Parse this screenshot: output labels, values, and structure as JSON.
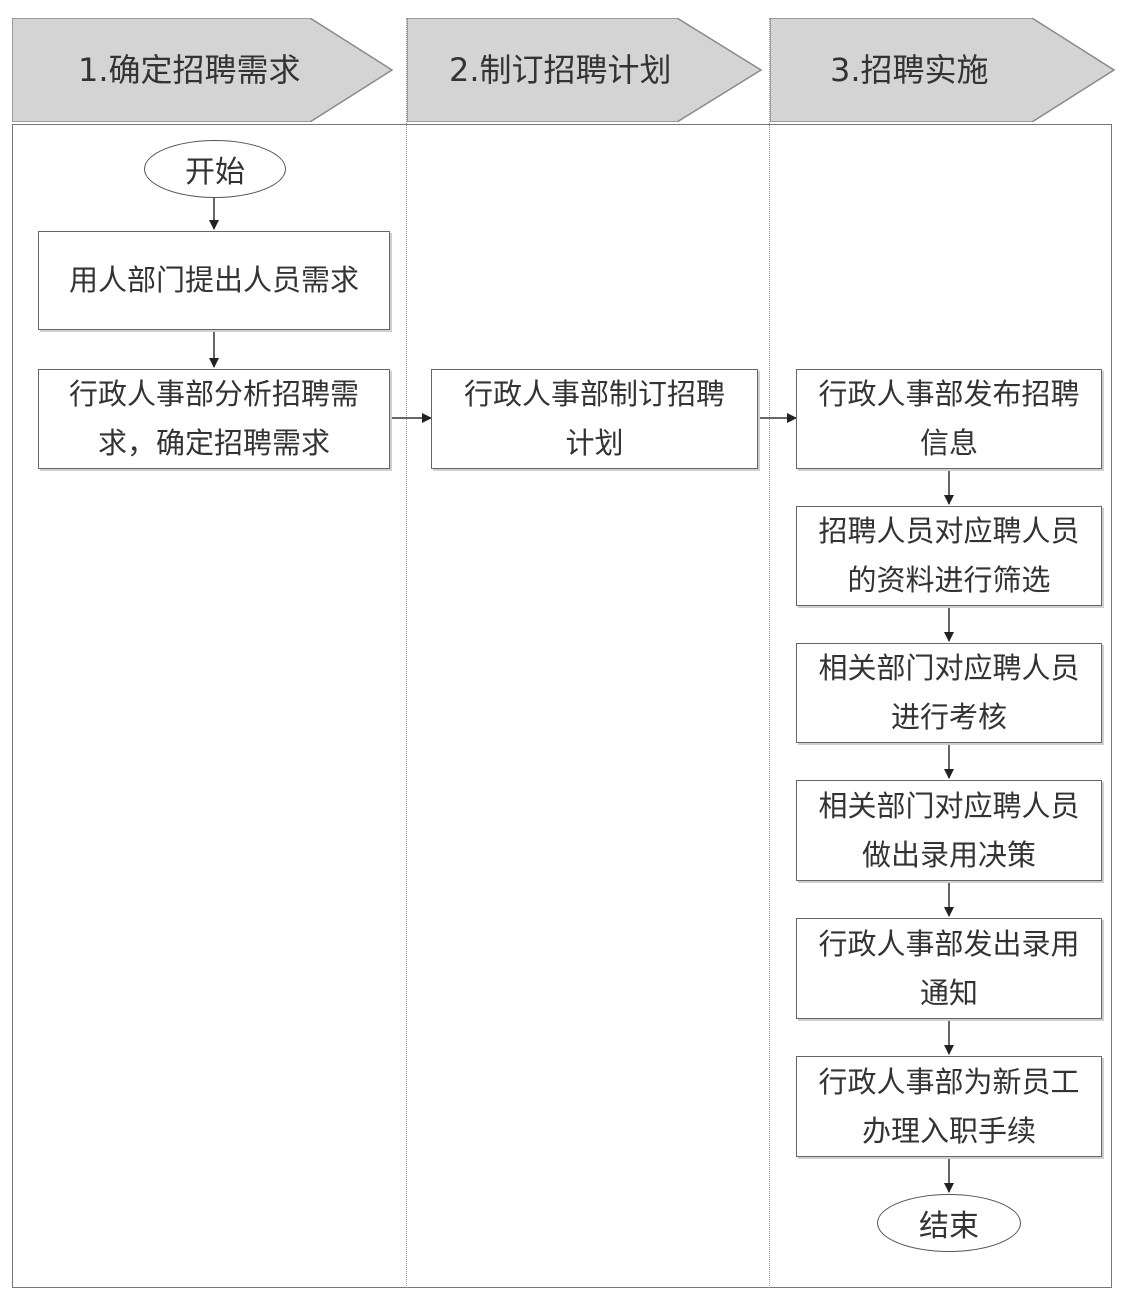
{
  "phases": [
    {
      "label": "1.确定招聘需求"
    },
    {
      "label": "2.制订招聘计划"
    },
    {
      "label": "3.招聘实施"
    }
  ],
  "nodes": {
    "start": "开始",
    "raise_demand": "用人部门提出人员需求",
    "analyze_demand": "行政人事部分析招聘需求，确定招聘需求",
    "make_plan": "行政人事部制订招聘计划",
    "publish_info": "行政人事部发布招聘信息",
    "screen_resumes": "招聘人员对应聘人员的资料进行筛选",
    "assess_candidates": "相关部门对应聘人员进行考核",
    "hiring_decision": "相关部门对应聘人员做出录用决策",
    "send_offer": "行政人事部发出录用通知",
    "onboarding": "行政人事部为新员工办理入职手续",
    "end": "结束"
  }
}
